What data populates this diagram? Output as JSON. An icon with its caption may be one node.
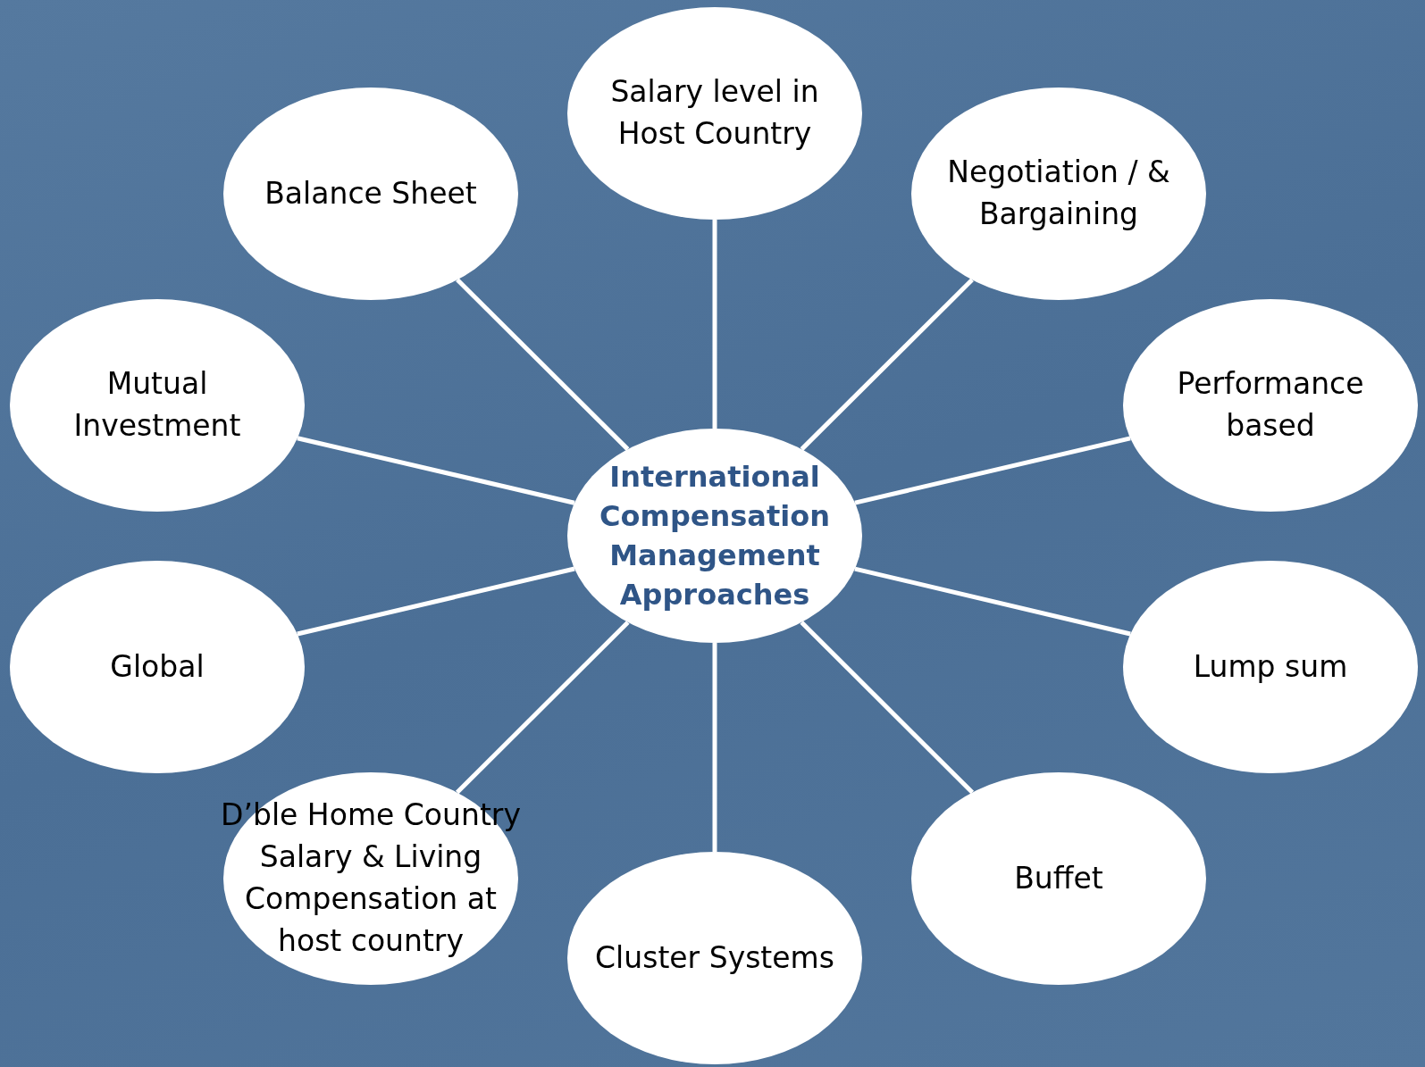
{
  "diagram": {
    "nodes": [
      {
        "text": [
          "International Compensation Management Approaches"
        ]
      },
      {
        "text": [
          "Salary level in Host Country"
        ]
      },
      {
        "text": [
          "Balance Sheet"
        ]
      },
      {
        "text": [
          "Negotiation / & Bargaining"
        ]
      },
      {
        "text": [
          "Mutual Investment"
        ]
      },
      {
        "text": [
          "Performance based"
        ]
      },
      {
        "text": [
          "Global"
        ]
      },
      {
        "text": [
          "Lump sum"
        ]
      },
      {
        "text": [
          "D’ble Home Country Salary & Living Compensation at host country"
        ]
      },
      {
        "text": [
          "Cluster Systems"
        ]
      },
      {
        "text": [
          "Buffet"
        ]
      }
    ],
    "edges": [
      {
        "from": 0,
        "to": 1,
        "arrow": "none"
      },
      {
        "from": 0,
        "to": 2,
        "arrow": "none"
      },
      {
        "from": 0,
        "to": 3,
        "arrow": "none"
      },
      {
        "from": 0,
        "to": 4,
        "arrow": "none"
      },
      {
        "from": 0,
        "to": 5,
        "arrow": "none"
      },
      {
        "from": 0,
        "to": 6,
        "arrow": "none"
      },
      {
        "from": 0,
        "to": 7,
        "arrow": "none"
      },
      {
        "from": 0,
        "to": 8,
        "arrow": "none"
      },
      {
        "from": 0,
        "to": 9,
        "arrow": "none"
      },
      {
        "from": 0,
        "to": 10,
        "arrow": "none"
      }
    ]
  }
}
